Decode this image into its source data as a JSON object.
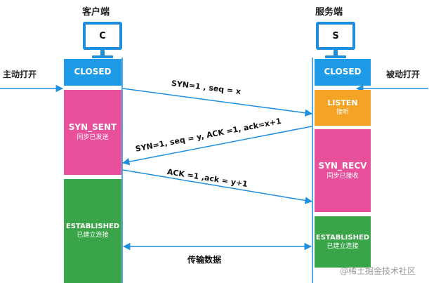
{
  "client": {
    "title": "客户端",
    "letter": "C",
    "states": {
      "closed": "CLOSED",
      "syn_sent": "SYN_SENT",
      "syn_sent_sub": "同步已发送",
      "established": "ESTABLISHED",
      "established_sub": "已建立连接"
    },
    "open_label": "主动打开"
  },
  "server": {
    "title": "服务端",
    "letter": "S",
    "states": {
      "closed": "CLOSED",
      "listen": "LISTEN",
      "listen_sub": "接听",
      "syn_recv": "SYN_RECV",
      "syn_recv_sub": "同步已接收",
      "established": "ESTABLISHED",
      "established_sub": "已建立连接"
    },
    "open_label": "被动打开"
  },
  "messages": {
    "m1": "SYN=1 , seq = x",
    "m2": "SYN=1, seq = y, ACK =1, ack=x+1",
    "m3": "ACK =1 ,ack = y+1",
    "transfer": "传输数据"
  },
  "watermark": "@稀土掘金技术社区",
  "colors": {
    "line": "#1e8fdf",
    "blue": "#1e9be6",
    "pink": "#e9509b",
    "orange": "#f5a324",
    "green": "#3aa548"
  }
}
